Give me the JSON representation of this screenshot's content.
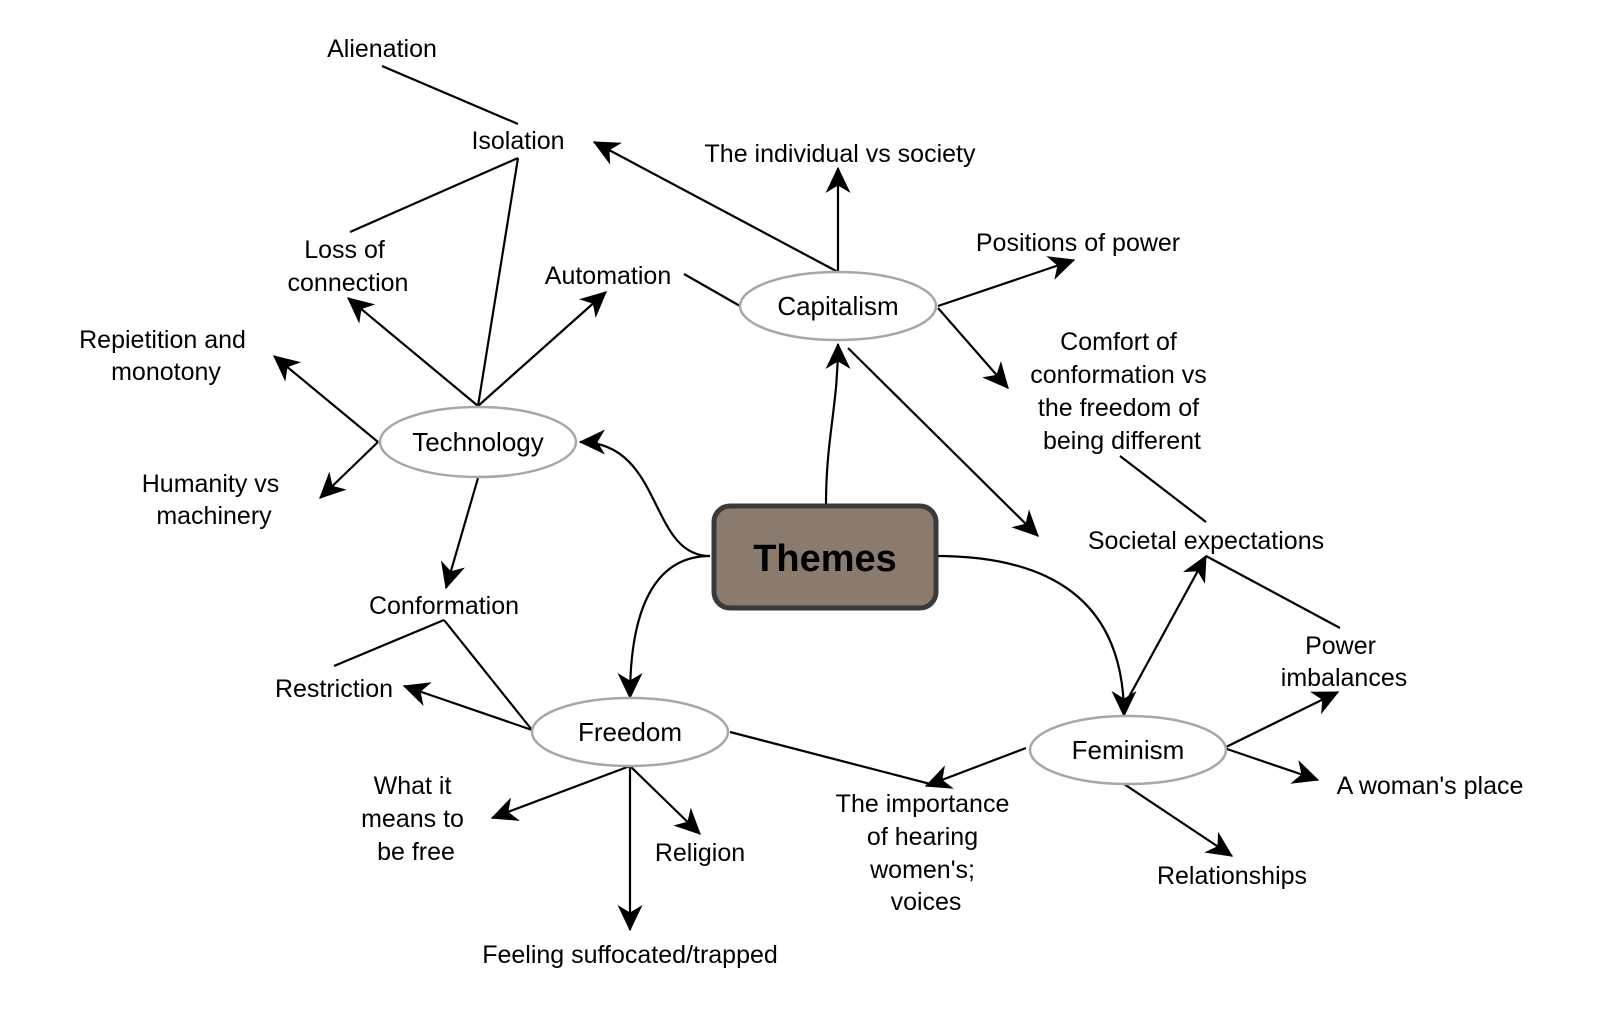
{
  "root": "Themes",
  "colors": {
    "root_fill": "#8b7b6f",
    "root_border": "#3a3a3a",
    "ellipse_border": "#aea59f",
    "line": "#000000"
  },
  "categories": {
    "technology": "Technology",
    "capitalism": "Capitalism",
    "freedom": "Freedom",
    "feminism": "Feminism"
  },
  "topics": {
    "alienation": "Alienation",
    "isolation": "Isolation",
    "loss_of_connection": [
      "Loss of",
      "connection"
    ],
    "automation": "Automation",
    "repetition": [
      "Repietition and",
      "monotony"
    ],
    "humanity": [
      "Humanity vs",
      "machinery"
    ],
    "conformation": "Conformation",
    "individual": "The individual vs society",
    "positions_of_power": "Positions of power",
    "comfort": [
      "Comfort of",
      "conformation vs",
      "the freedom of",
      "being different"
    ],
    "societal_expectations": "Societal expectations",
    "power_imbalances": [
      "Power",
      "imbalances"
    ],
    "womans_place": "A woman's place",
    "relationships": "Relationships",
    "hearing_women": [
      "The importance",
      "of hearing",
      "women's;",
      "voices"
    ],
    "restriction": "Restriction",
    "what_it_means": [
      "What it",
      "means to",
      "be free"
    ],
    "religion": "Religion",
    "suffocated": "Feeling suffocated/trapped"
  }
}
